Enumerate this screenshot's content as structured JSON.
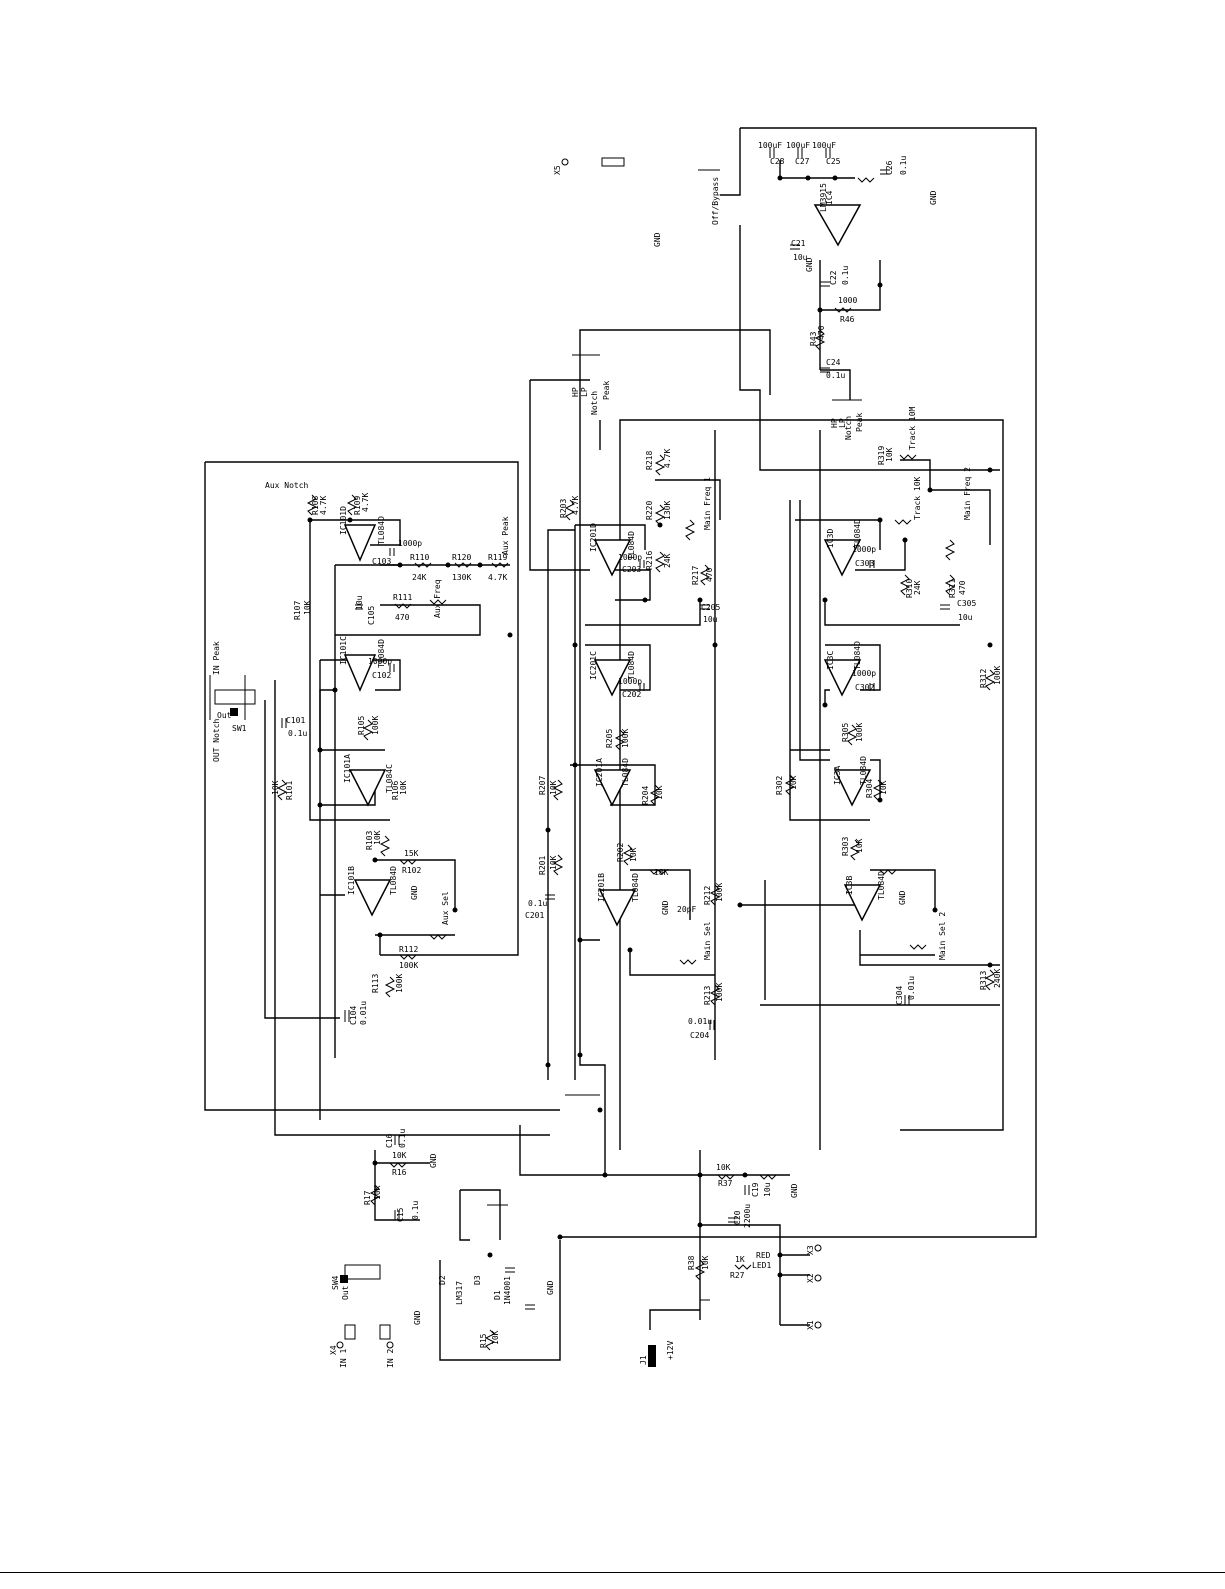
{
  "schematic": {
    "board_labels": [
      "Aux Notch",
      "Aux Peak",
      "IN Peak",
      "OUT Notch",
      "Out",
      "SW1",
      "SW4"
    ],
    "connectors": [
      "X1",
      "X2",
      "X3",
      "X4",
      "X5",
      "J1",
      "IN 1",
      "IN 2",
      "+12V",
      "GND"
    ],
    "opamps": [
      {
        "ref": "IC101D",
        "part": "TL084D"
      },
      {
        "ref": "IC101C",
        "part": "TL084D"
      },
      {
        "ref": "IC101A",
        "part": "TL084C"
      },
      {
        "ref": "IC101B",
        "part": "TL084D"
      },
      {
        "ref": "IC201D",
        "part": "TL084D"
      },
      {
        "ref": "IC201C",
        "part": "TL084D"
      },
      {
        "ref": "IC201A",
        "part": "TL084D"
      },
      {
        "ref": "IC201B",
        "part": "TL084D"
      },
      {
        "ref": "IC3D",
        "part": "TL084D"
      },
      {
        "ref": "IC3C",
        "part": "TL084D"
      },
      {
        "ref": "IC3A",
        "part": "TL084D"
      },
      {
        "ref": "IC3B",
        "part": "TL084D"
      },
      {
        "ref": "IC4",
        "part": "LM3915"
      }
    ],
    "pots": [
      "Aux Freq",
      "Aux Sel",
      "Main Freq 1",
      "Main Sel",
      "Main Freq 2",
      "Main Sel 2",
      "Track 10K",
      "Track 10M"
    ],
    "switches": [
      "Notch",
      "Peak",
      "HP",
      "LP",
      "Off/Bypass"
    ],
    "resistors": [
      {
        "ref": "R108",
        "value": "4.7K"
      },
      {
        "ref": "R109",
        "value": "4.7K"
      },
      {
        "ref": "R110",
        "value": "24K"
      },
      {
        "ref": "R120",
        "value": "130K"
      },
      {
        "ref": "R119",
        "value": "4.7K"
      },
      {
        "ref": "R111",
        "value": "470"
      },
      {
        "ref": "R107",
        "value": "10K"
      },
      {
        "ref": "R105",
        "value": "100K"
      },
      {
        "ref": "R106",
        "value": "10K"
      },
      {
        "ref": "R101",
        "value": "10K"
      },
      {
        "ref": "R103",
        "value": "10K"
      },
      {
        "ref": "R102",
        "value": "15K"
      },
      {
        "ref": "R112",
        "value": "100K"
      },
      {
        "ref": "R113",
        "value": "100K"
      },
      {
        "ref": "R203",
        "value": "4.7K"
      },
      {
        "ref": "R218",
        "value": "4.7K"
      },
      {
        "ref": "R220",
        "value": "130K"
      },
      {
        "ref": "R216",
        "value": "24K"
      },
      {
        "ref": "R217",
        "value": "470"
      },
      {
        "ref": "R205",
        "value": "100K"
      },
      {
        "ref": "R207",
        "value": "10K"
      },
      {
        "ref": "R204",
        "value": "10K"
      },
      {
        "ref": "R201",
        "value": "10K"
      },
      {
        "ref": "R202",
        "value": "10K"
      },
      {
        "ref": "R212",
        "value": "100K"
      },
      {
        "ref": "R213",
        "value": "100K"
      },
      {
        "ref": "R305",
        "value": "100K"
      },
      {
        "ref": "R302",
        "value": "10K"
      },
      {
        "ref": "R304",
        "value": "10K"
      },
      {
        "ref": "R303",
        "value": "10K"
      },
      {
        "ref": "R310",
        "value": "24K"
      },
      {
        "ref": "R311",
        "value": "470"
      },
      {
        "ref": "R312",
        "value": "100K"
      },
      {
        "ref": "R313",
        "value": "240K"
      },
      {
        "ref": "R319",
        "value": "10K"
      },
      {
        "ref": "R16",
        "value": "10K"
      },
      {
        "ref": "R17",
        "value": "10K"
      },
      {
        "ref": "R27",
        "value": "1K"
      },
      {
        "ref": "R37",
        "value": "10K"
      },
      {
        "ref": "R38",
        "value": "10K"
      },
      {
        "ref": "R15",
        "value": "10K"
      },
      {
        "ref": "R46",
        "value": "1000"
      },
      {
        "ref": "R43",
        "value": "470"
      }
    ],
    "capacitors": [
      {
        "ref": "C103",
        "value": "1000p"
      },
      {
        "ref": "C102",
        "value": "1000p"
      },
      {
        "ref": "C105",
        "value": "10u"
      },
      {
        "ref": "C101",
        "value": "0.1u"
      },
      {
        "ref": "C104",
        "value": "0.01u"
      },
      {
        "ref": "C203",
        "value": "1000p"
      },
      {
        "ref": "C202",
        "value": "1000p"
      },
      {
        "ref": "C205",
        "value": "10u"
      },
      {
        "ref": "C201",
        "value": "0.1u"
      },
      {
        "ref": "C204",
        "value": "0.01u"
      },
      {
        "ref": "C303",
        "value": "1000p"
      },
      {
        "ref": "C302",
        "value": "1000p"
      },
      {
        "ref": "C305",
        "value": "10u"
      },
      {
        "ref": "C304",
        "value": "0.01u"
      },
      {
        "ref": "C20",
        "value": "2200u"
      },
      {
        "ref": "C21",
        "value": "10u"
      },
      {
        "ref": "C22",
        "value": "0.1u"
      },
      {
        "ref": "C24",
        "value": "0.1u"
      },
      {
        "ref": "C25",
        "value": "100uF"
      },
      {
        "ref": "C26",
        "value": "0.1u"
      },
      {
        "ref": "C27",
        "value": "100uF"
      },
      {
        "ref": "C28",
        "value": "100uF"
      },
      {
        "ref": "C15",
        "value": "0.1u"
      },
      {
        "ref": "C16",
        "value": "0.1u"
      },
      {
        "ref": "C19",
        "value": "10u"
      }
    ],
    "misc": [
      "RED",
      "LED1",
      "D1",
      "D2",
      "D3",
      "20pF",
      "18K",
      "LM317",
      "1N4001"
    ]
  }
}
